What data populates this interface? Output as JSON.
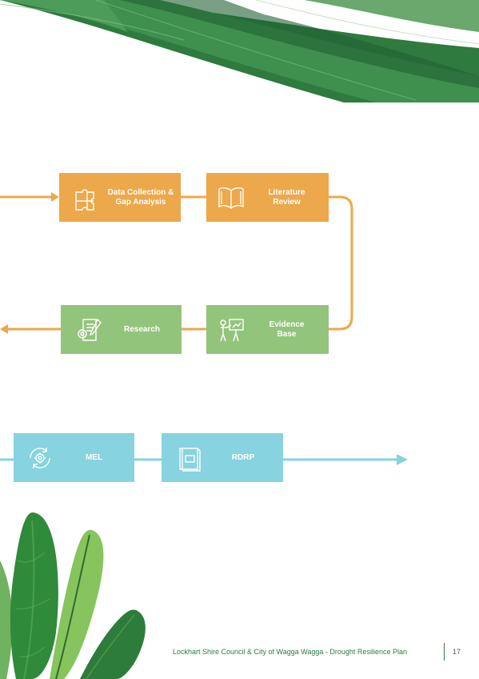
{
  "flow_top": {
    "steps": [
      {
        "label_line1": "Data Collection &",
        "label_line2": "Gap Analysis",
        "icon": "puzzle-icon"
      },
      {
        "label_line1": "Literature",
        "label_line2": "Review",
        "icon": "book-icon"
      },
      {
        "label_line1": "Evidence",
        "label_line2": "Base",
        "icon": "presenter-icon"
      },
      {
        "label_line1": "Research",
        "label_line2": "",
        "icon": "research-document-icon"
      }
    ]
  },
  "flow_bottom": {
    "steps": [
      {
        "label": "MEL",
        "icon": "cycle-gear-icon"
      },
      {
        "label": "RDRP",
        "icon": "report-icon"
      }
    ]
  },
  "footer": {
    "text": "Lockhart Shire Council & City of Wagga Wagga - Drought Resilience Plan",
    "page_number": "17"
  },
  "colors": {
    "orange": "#eca84a",
    "green": "#93c47b",
    "blue": "#87d3df",
    "dark_green": "#2e7a43"
  }
}
